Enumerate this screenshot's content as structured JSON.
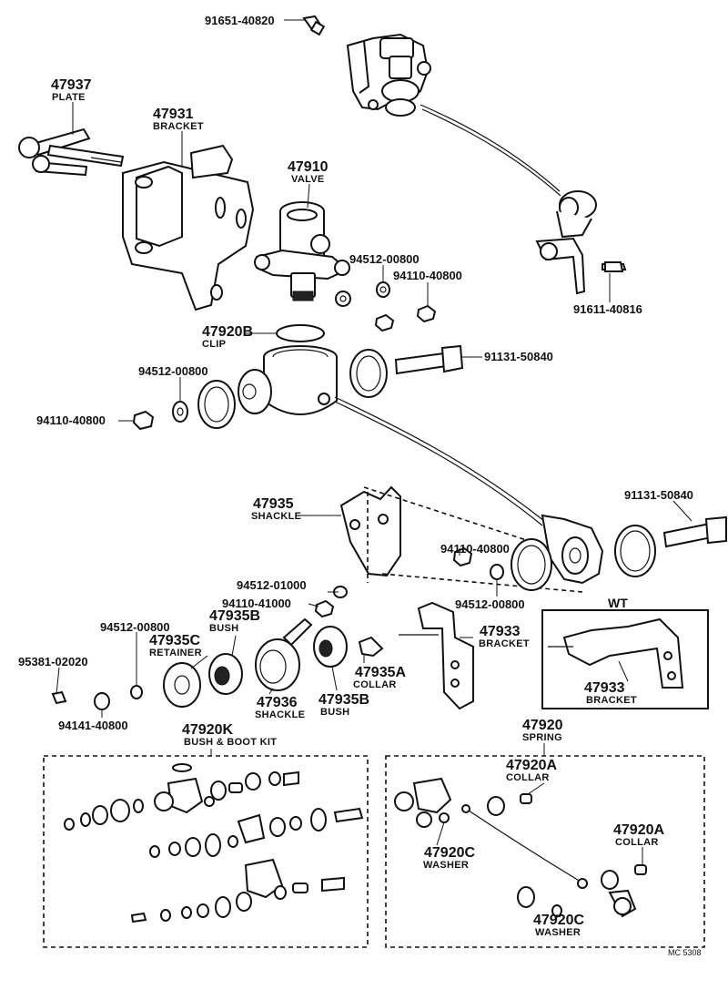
{
  "labels": {
    "p91651": "91651-40820",
    "p47937": "47937",
    "p47937_name": "PLATE",
    "p47931": "47931",
    "p47931_name": "BRACKET",
    "p47910": "47910",
    "p47910_name": "VALVE",
    "p94512_a": "94512-00800",
    "p94110_a": "94110-40800",
    "p91611": "91611-40816",
    "p47920B": "47920B",
    "p47920B_name": "CLIP",
    "p91131_a": "91131-50840",
    "p94512_b": "94512-00800",
    "p94110_b": "94110-40800",
    "p47935": "47935",
    "p47935_name": "SHACKLE",
    "p91131_b": "91131-50840",
    "p94110_c": "94110-40800",
    "p94512_c": "94512-01000",
    "p94110_d": "94110-41000",
    "p94512_d": "94512-00800",
    "p47935B_a": "47935B",
    "p47935B_a_name": "BUSH",
    "p94512_e": "94512-00800",
    "p47935C": "47935C",
    "p47935C_name": "RETAINER",
    "p47933_a": "47933",
    "p47933_a_name": "BRACKET",
    "p95381": "95381-02020",
    "p47935A": "47935A",
    "p47935A_name": "COLLAR",
    "p47936": "47936",
    "p47936_name": "SHACKLE",
    "p47935B_b": "47935B",
    "p47935B_b_name": "BUSH",
    "wt": "WT",
    "p47933_b": "47933",
    "p47933_b_name": "BRACKET",
    "p94141": "94141-40800",
    "p47920K": "47920K",
    "p47920K_name": "BUSH & BOOT KIT",
    "p47920": "47920",
    "p47920_name": "SPRING",
    "p47920A_a": "47920A",
    "p47920A_a_name": "COLLAR",
    "p47920A_b": "47920A",
    "p47920A_b_name": "COLLAR",
    "p47920C_a": "47920C",
    "p47920C_a_name": "WASHER",
    "p47920C_b": "47920C",
    "p47920C_b_name": "WASHER",
    "code": "MC 5308"
  },
  "colors": {
    "ink": "#111111",
    "paper": "#ffffff"
  }
}
